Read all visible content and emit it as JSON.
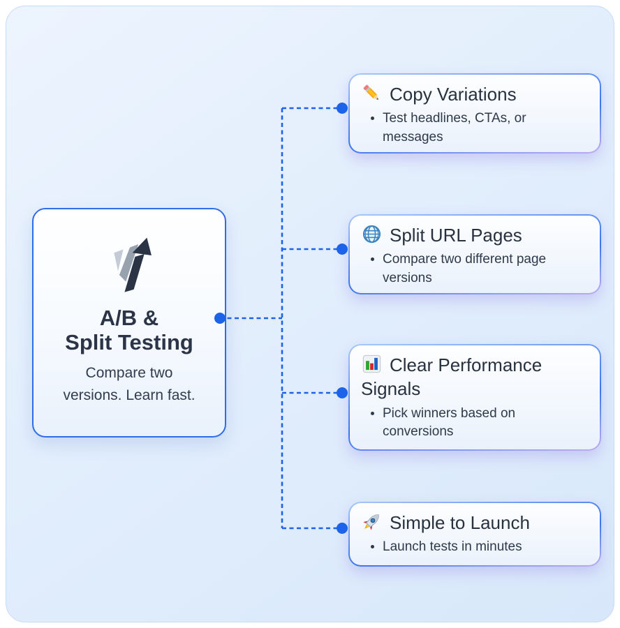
{
  "root_node": {
    "logo_icon": "trend-arrow-icon",
    "title_line1": "A/B &",
    "title_line2": "Split Testing",
    "subtitle_line1": "Compare two",
    "subtitle_line2": "versions. Learn fast."
  },
  "branches": [
    {
      "icon": "pencil-icon",
      "title": "Copy Variations",
      "bullet": "Test headlines, CTAs, or messages"
    },
    {
      "icon": "globe-icon",
      "title": "Split URL Pages",
      "bullet": "Compare two different page versions"
    },
    {
      "icon": "bar-chart-icon",
      "title": "Clear Performance Signals",
      "bullet": "Pick winners based on conversions"
    },
    {
      "icon": "rocket-icon",
      "title": "Simple to Launch",
      "bullet": "Launch tests in minutes"
    }
  ],
  "colors": {
    "connector_blue": "#1d63ea",
    "card_border_blue": "#2e6ce8",
    "title_navy": "#2b3547",
    "canvas_background": "#e2eefc",
    "logo_dark": "#2b3444",
    "logo_mid_gray": "#98a1ae",
    "logo_light_gray": "#c4cbd6"
  }
}
